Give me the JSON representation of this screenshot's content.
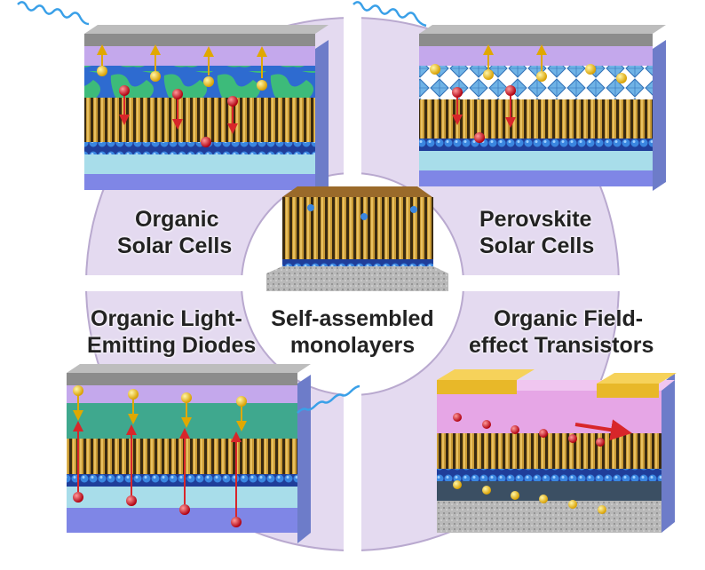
{
  "labels": {
    "osc_line1": "Organic",
    "osc_line2": "Solar Cells",
    "psc_line1": "Perovskite",
    "psc_line2": "Solar Cells",
    "oled_line1": "Organic Light-",
    "oled_line2": "Emitting Diodes",
    "ofet_line1": "Organic Field-",
    "ofet_line2": "effect Transistors",
    "center_line1": "Self-assembled",
    "center_line2": "monolayers"
  },
  "colors": {
    "ring": "#e4daf0",
    "ring_edge": "#b9a9cf",
    "electrode": "#8f8f8f",
    "purple_layer": "#b89ee0",
    "blue_layer": "#2f62c8",
    "sam_gold": "#b8902e",
    "sam_head": "#3a86e0",
    "glass": "#a8ddea",
    "base_blue": "#7f86e6",
    "hole": "#f2c12e",
    "electron": "#d8262a",
    "arrow_red": "#d8262a",
    "photon": "#3aa0e8",
    "oled_green": "#3fa88e",
    "ofet_pink": "#e6a6e6",
    "ofet_gold": "#e8b829",
    "ofet_dark": "#3b4f63",
    "substrate_gray": "#b6b6b6"
  },
  "icons": [
    "photon-wave-icon",
    "hole-particle-icon",
    "electron-particle-icon",
    "charge-transport-arrow-icon"
  ]
}
